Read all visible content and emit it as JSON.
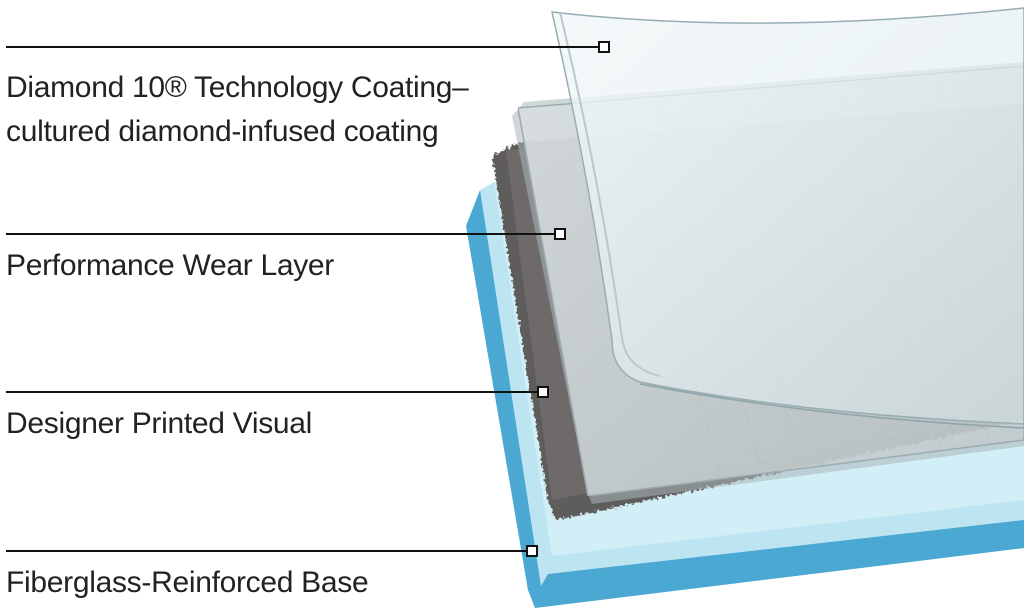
{
  "layers": [
    {
      "id": "diamond-coating",
      "label_line1": "Diamond 10® Technology Coating–",
      "label_line2": "cultured diamond-infused coating"
    },
    {
      "id": "wear-layer",
      "label_line1": "Performance Wear Layer"
    },
    {
      "id": "printed-visual",
      "label_line1": "Designer Printed Visual"
    },
    {
      "id": "fiberglass-base",
      "label_line1": "Fiberglass-Reinforced Base"
    }
  ],
  "colors": {
    "base_blue": "#4aa8d2",
    "base_light": "#b8e3f0",
    "print_gray": "#5f5c5c",
    "wear_layer": "#c9d2d3",
    "coating": "#e7f2f4",
    "callout": "#111111"
  }
}
